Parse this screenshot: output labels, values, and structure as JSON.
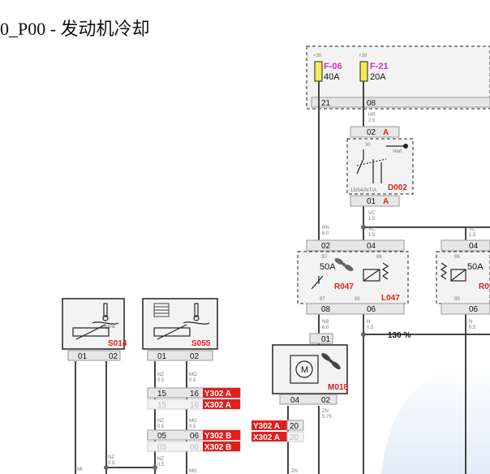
{
  "diagram": {
    "title": "0_P00 - 发动机冷却",
    "zoom": "130 %",
    "fuses": [
      {
        "id": "F-06",
        "rating": "40A",
        "supply": "+30"
      },
      {
        "id": "F-21",
        "rating": "20A",
        "supply": "+30"
      }
    ],
    "pins": {
      "fuse_box_l": "21",
      "fuse_box_r": "08",
      "d002_top": "02",
      "d002_top_tag": "A",
      "d002_bot": "01",
      "d002_bot_tag": "A",
      "r_l_top": "02",
      "r_l_top2": "04",
      "r2_top": "04",
      "r_l_bot": "08",
      "r_l_bot2": "06",
      "r2_bot": "06",
      "m018_top": "01",
      "m018_bot_l": "04",
      "m018_bot_r": "02",
      "s014_l": "01",
      "s014_r": "02",
      "s055_l": "01",
      "s055_r": "02",
      "c1_l": "15",
      "c1_r": "16",
      "c1_lg": "15",
      "c1_rg": "16",
      "c2_l": "05",
      "c2_r": "06",
      "c2_lg": "05",
      "c2_rg": "06",
      "y302a_pin": "20",
      "x302a_pin": "20",
      "relay_30": "30",
      "relay_86": "86",
      "relay_87": "87",
      "relay_85": "85",
      "r2_86": "86",
      "r2_85": "85",
      "d002_30": "30"
    },
    "components": {
      "d002": "D002",
      "r047": "R047",
      "l047": "L047",
      "r0x": "R0",
      "m018": "M018",
      "s014": "S014",
      "s055": "S055",
      "relay_rating": "50A",
      "relay2_rating": "50A",
      "start_label": "start",
      "d002_sub": "15/54|INT/A",
      "engine_label": "engine",
      "m018_motor": "M"
    },
    "connectors": {
      "y302a_1": "Y302 A",
      "x302a_1": "X302 A",
      "y302b": "Y302 B",
      "x302b": "X302 B",
      "y302a_2": "Y302 A",
      "x302a_2": "X302 A"
    },
    "wires": {
      "hr": [
        "HR",
        "2.5"
      ],
      "vc1": [
        "VC",
        "1.5"
      ],
      "rn": [
        "RN",
        "6.0"
      ],
      "vc2": [
        "VC",
        "1.5"
      ],
      "vc3": [
        "VC",
        "1.5"
      ],
      "nb": [
        "NB",
        "6.0"
      ],
      "n1": [
        "N",
        "0.5"
      ],
      "n2": [
        "N",
        "0.5"
      ],
      "zn1": [
        "ZN",
        "0.75"
      ],
      "zn2": [
        "ZN",
        ""
      ],
      "nz1": [
        "NZ",
        "0.5"
      ],
      "mg1": [
        "MG",
        "0.5"
      ],
      "nz2": [
        "NZ",
        "0.5"
      ],
      "mg2": [
        "MG",
        "0.5"
      ],
      "nz3": [
        "NZ",
        "0.5"
      ],
      "nz4": [
        "NZ",
        "0.5"
      ],
      "mg3": [
        "MG",
        ""
      ],
      "mi": [
        "MI",
        ""
      ]
    },
    "colors": {
      "red": "#e0201f",
      "magenta": "#d62ad6",
      "fuse": "#f2ec58",
      "wire": "#444444"
    }
  }
}
